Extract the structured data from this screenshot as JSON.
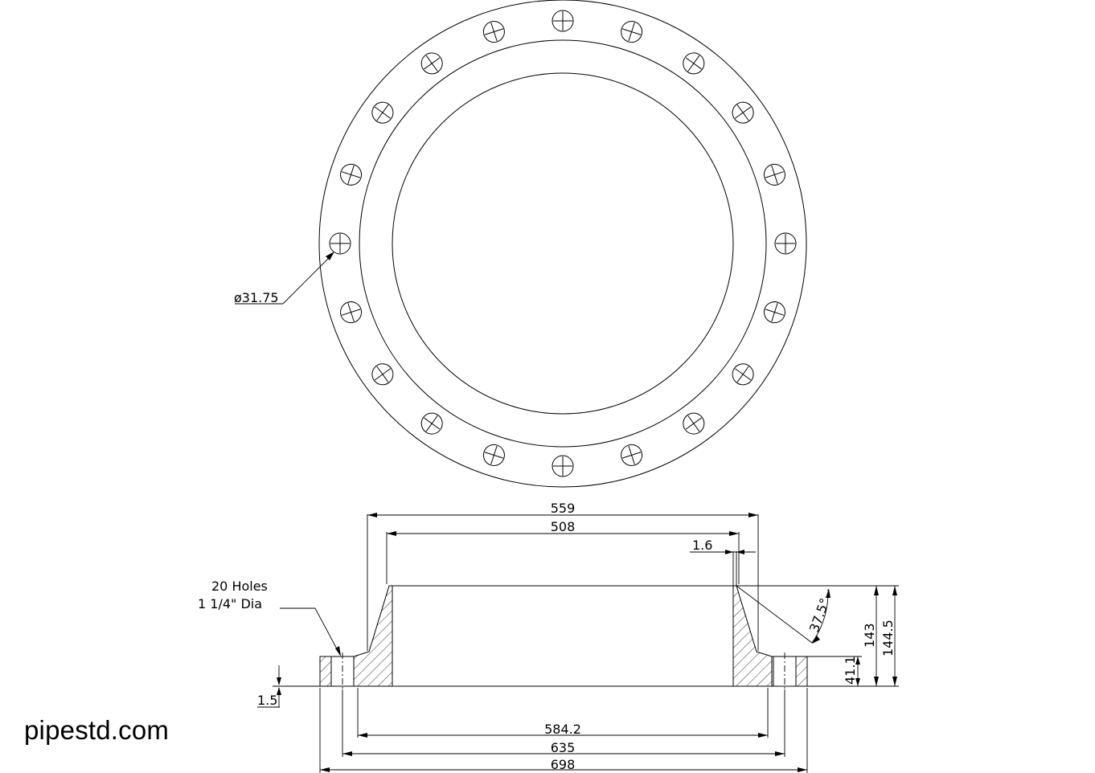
{
  "watermark": "pipestd.com",
  "plan_view": {
    "bolt_hole_count": 20,
    "hole_dia_label": "ø31.75"
  },
  "section_view": {
    "note_line1": "20 Holes",
    "note_line2": "1 1/4\" Dia",
    "dim_559": "559",
    "dim_508": "508",
    "dim_1_6": "1.6",
    "dim_angle": "37.5°",
    "dim_143": "143",
    "dim_144_5": "144.5",
    "dim_41_1": "41.1",
    "dim_1_5": "1.5",
    "dim_584_2": "584.2",
    "dim_635": "635",
    "dim_698": "698"
  }
}
